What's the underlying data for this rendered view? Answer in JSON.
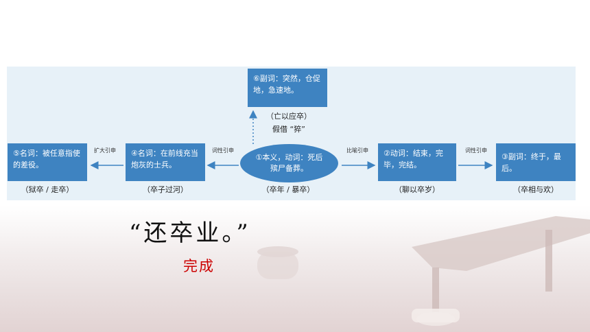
{
  "diagram": {
    "nodes": [
      {
        "id": "n1",
        "text": "①本义，动词：死后殡尸备葬。",
        "caption": "（卒年 / 暴卒）"
      },
      {
        "id": "n2",
        "text": "②动词：结束，完毕，完结。",
        "caption": "（聊以卒岁）"
      },
      {
        "id": "n3",
        "text": "③副词：终于，最后。",
        "caption": "（卒相与欢）"
      },
      {
        "id": "n4",
        "text": "④名词：在前线充当炮灰的士兵。",
        "caption": "（卒子过河）"
      },
      {
        "id": "n5",
        "text": "⑤名词：被任意指使的差役。",
        "caption": "（狱卒 / 走卒）"
      },
      {
        "id": "n6",
        "text": "⑥副词：突然，仓促地，急速地。",
        "caption_line1": "（亡以应卒）",
        "caption_line2": "假借 “猝”"
      }
    ],
    "edges": [
      {
        "from": "n1",
        "to": "n2",
        "label": "比喻引申"
      },
      {
        "from": "n2",
        "to": "n3",
        "label": "词性引申"
      },
      {
        "from": "n1",
        "to": "n4",
        "label": "词性引申"
      },
      {
        "from": "n4",
        "to": "n5",
        "label": "扩大引申"
      },
      {
        "from": "n1",
        "to": "n6",
        "label": ""
      }
    ],
    "colors": {
      "node": "#3e83c1",
      "panel": "#e7f1f8",
      "arrow": "#3e83c1"
    }
  },
  "quote": {
    "text": "“还卒业。”",
    "gloss": "完成"
  }
}
